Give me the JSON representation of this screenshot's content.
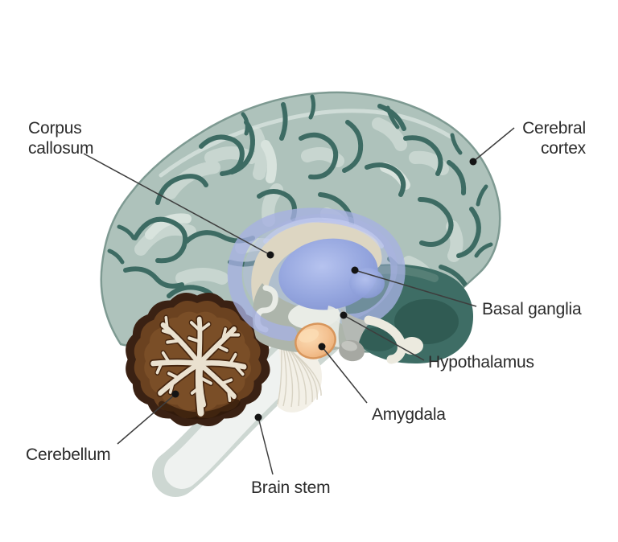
{
  "labels": {
    "corpus_callosum": {
      "line1": "Corpus",
      "line2": "callosum"
    },
    "cerebral_cortex": {
      "line1": "Cerebral",
      "line2": "cortex"
    },
    "basal_ganglia": {
      "text": "Basal ganglia"
    },
    "hypothalamus": {
      "text": "Hypothalamus"
    },
    "amygdala": {
      "text": "Amygdala"
    },
    "cerebellum": {
      "text": "Cerebellum"
    },
    "brain_stem": {
      "text": "Brain stem"
    }
  },
  "colors": {
    "background": "#ffffff",
    "label_text": "#2b2b2b",
    "leader_line": "#3d3d3d",
    "leader_dot": "#141414",
    "cortex_base": "#aec2bb",
    "cortex_edge": "#7e9a92",
    "cortex_light": "#cbd9d3",
    "cortex_lighter": "#dde7e2",
    "sulci_dark": "#3d6b63",
    "midbrain_teal": "#3e6d65",
    "midbrain_dark": "#2e5850",
    "midbrain_light": "#5d837b",
    "limbic_ring": "#a6b1e1",
    "limbic_wash": "#b3bce8",
    "limbic_highlight": "#c7cff3",
    "thalamus_light": "#b6c3ef",
    "thalamus_mid": "#94a5de",
    "thalamus_dark": "#8292cf",
    "corpus_cream": "#ddd6c2",
    "central_gray": "#adb5ab",
    "central_white": "#e9ece6",
    "amygdala_fill": "#f4c292",
    "amygdala_light": "#fbdcb4",
    "amygdala_deep": "#e9a96d",
    "amygdala_edge": "#d8965c",
    "cerebellum_outline": "#3a2113",
    "cerebellum_mid": "#6b4220",
    "cerebellum_inner": "#7a4e27",
    "cerebellum_shadow": "#2e1808",
    "arbor_dark": "#46260f",
    "arbor_cream": "#eae1cf",
    "stem_sage": "#cdd7d2",
    "stem_white": "#eff2f0",
    "pons_fill": "#f3f0e7",
    "pons_line": "#d8d3c4",
    "pituitary_gray": "#a6a8a2",
    "pituitary_light": "#c6c8c2",
    "hypothalamus_gray": "#b4b9b4",
    "hook_white": "#eceadf"
  }
}
